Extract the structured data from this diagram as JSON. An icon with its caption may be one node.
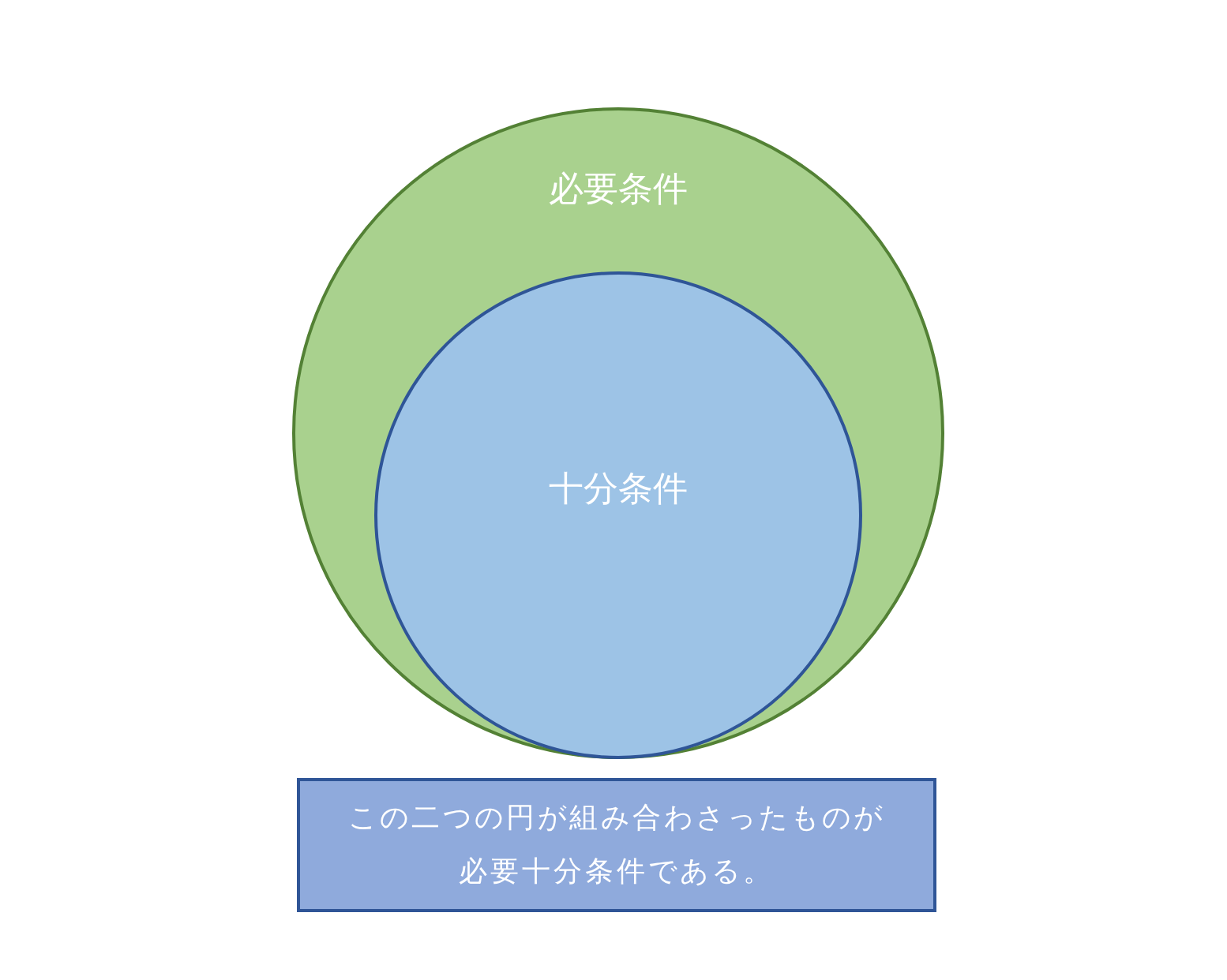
{
  "diagram": {
    "nodes": [
      {
        "text": [
          "必要条件"
        ]
      },
      {
        "text": [
          "十分条件"
        ],
        "in": 0
      },
      {
        "text": [
          "この二つの円が組み合わさったものが必要十分条件である。"
        ]
      }
    ]
  }
}
